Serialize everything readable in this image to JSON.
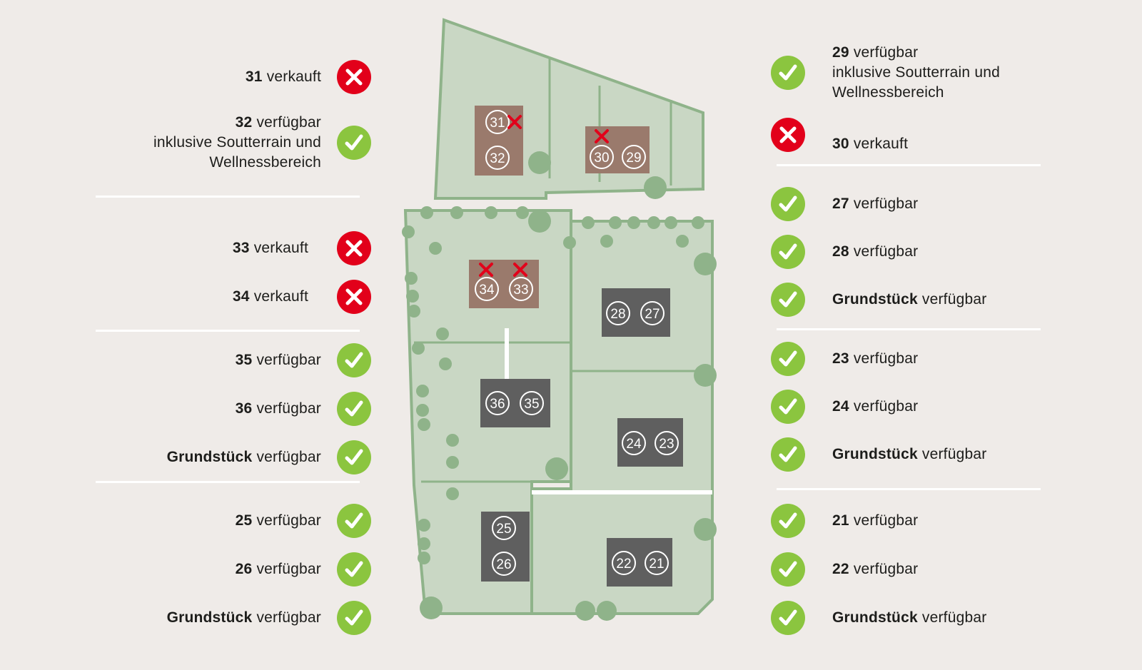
{
  "colors": {
    "available": "#8bc53f",
    "sold": "#e2001a",
    "background": "#efebe8",
    "plot": "#c9d7c4",
    "plot_border": "#8fb38a",
    "tree": "#8fb38a",
    "house_sold": "#9a7a6c",
    "house_available": "#5f5f5f"
  },
  "left": [
    {
      "num": "31",
      "status": "verkauft",
      "extra": [],
      "icon": "cross-icon"
    },
    {
      "num": "32",
      "status": "verfügbar",
      "extra": [
        "inklusive Soutterrain und",
        "Wellnessbereich"
      ],
      "icon": "check-icon"
    },
    {
      "num": "33",
      "status": "verkauft",
      "extra": [],
      "icon": "cross-icon"
    },
    {
      "num": "34",
      "status": "verkauft",
      "extra": [],
      "icon": "cross-icon"
    },
    {
      "num": "35",
      "status": "verfügbar",
      "extra": [],
      "icon": "check-icon"
    },
    {
      "num": "36",
      "status": "verfügbar",
      "extra": [],
      "icon": "check-icon"
    },
    {
      "num": "Grundstück",
      "status": "verfügbar",
      "extra": [],
      "icon": "check-icon"
    },
    {
      "num": "25",
      "status": "verfügbar",
      "extra": [],
      "icon": "check-icon"
    },
    {
      "num": "26",
      "status": "verfügbar",
      "extra": [],
      "icon": "check-icon"
    },
    {
      "num": "Grundstück",
      "status": "verfügbar",
      "extra": [],
      "icon": "check-icon"
    }
  ],
  "right": [
    {
      "num": "29",
      "status": "verfügbar",
      "extra": [
        "inklusive Soutterrain und",
        "Wellnessbereich"
      ],
      "icon": "check-icon"
    },
    {
      "num": "30",
      "status": "verkauft",
      "extra": [],
      "icon": "cross-icon"
    },
    {
      "num": "27",
      "status": "verfügbar",
      "extra": [],
      "icon": "check-icon"
    },
    {
      "num": "28",
      "status": "verfügbar",
      "extra": [],
      "icon": "check-icon"
    },
    {
      "num": "Grundstück",
      "status": "verfügbar",
      "extra": [],
      "icon": "check-icon"
    },
    {
      "num": "23",
      "status": "verfügbar",
      "extra": [],
      "icon": "check-icon"
    },
    {
      "num": "24",
      "status": "verfügbar",
      "extra": [],
      "icon": "check-icon"
    },
    {
      "num": "Grundstück",
      "status": "verfügbar",
      "extra": [],
      "icon": "check-icon"
    },
    {
      "num": "21",
      "status": "verfügbar",
      "extra": [],
      "icon": "check-icon"
    },
    {
      "num": "22",
      "status": "verfügbar",
      "extra": [],
      "icon": "check-icon"
    },
    {
      "num": "Grundstück",
      "status": "verfügbar",
      "extra": [],
      "icon": "check-icon"
    }
  ],
  "map": {
    "houses": [
      {
        "label": "31",
        "sold": true
      },
      {
        "label": "32",
        "sold": false
      },
      {
        "label": "30",
        "sold": true
      },
      {
        "label": "29",
        "sold": false
      },
      {
        "label": "34",
        "sold": true
      },
      {
        "label": "33",
        "sold": true
      },
      {
        "label": "28",
        "sold": false
      },
      {
        "label": "27",
        "sold": false
      },
      {
        "label": "36",
        "sold": false
      },
      {
        "label": "35",
        "sold": false
      },
      {
        "label": "24",
        "sold": false
      },
      {
        "label": "23",
        "sold": false
      },
      {
        "label": "25",
        "sold": false
      },
      {
        "label": "26",
        "sold": false
      },
      {
        "label": "22",
        "sold": false
      },
      {
        "label": "21",
        "sold": false
      }
    ]
  }
}
